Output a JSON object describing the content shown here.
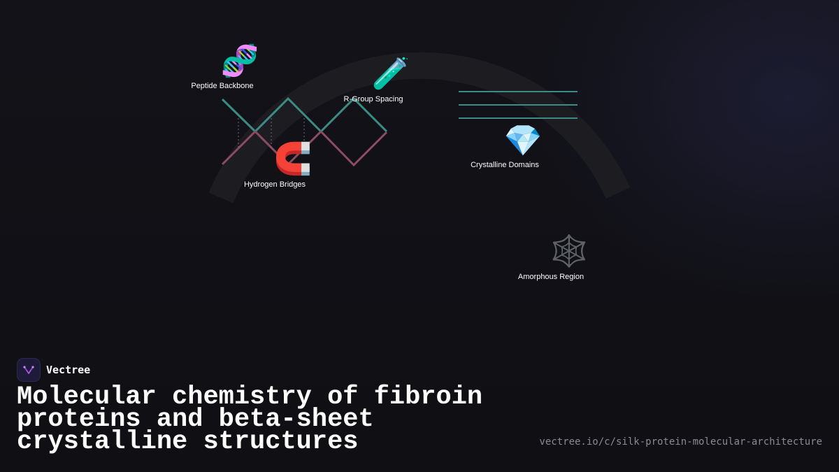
{
  "colors": {
    "background": "#111116",
    "strand_teal": "#3a8c84",
    "strand_pink": "#8c4c63",
    "arc": "#1c1c21",
    "text": "#ffffff",
    "url_text": "#8a8a92",
    "logo_bg": "#1d1a3a",
    "logo_accent": "#b45ce8"
  },
  "nodes": [
    {
      "id": "peptide-backbone",
      "label": "Peptide Backbone",
      "icon": "dna-icon",
      "glyph": "🧬"
    },
    {
      "id": "r-group-spacing",
      "label": "R-Group Spacing",
      "icon": "test-tube-icon",
      "glyph": "🧪"
    },
    {
      "id": "hydrogen-bridges",
      "label": "Hydrogen Bridges",
      "icon": "magnet-icon",
      "glyph": "🧲"
    },
    {
      "id": "crystalline-domains",
      "label": "Crystalline Domains",
      "icon": "gem-icon",
      "glyph": "💎"
    },
    {
      "id": "amorphous-region",
      "label": "Amorphous Region",
      "icon": "spider-web-icon",
      "glyph": "🕸️"
    }
  ],
  "brand": {
    "name": "Vectree",
    "icon": "vectree-logo-icon"
  },
  "headline": "Molecular chemistry of fibroin proteins and beta-sheet crystalline structures",
  "url": "vectree.io/c/silk-protein-molecular-architecture"
}
